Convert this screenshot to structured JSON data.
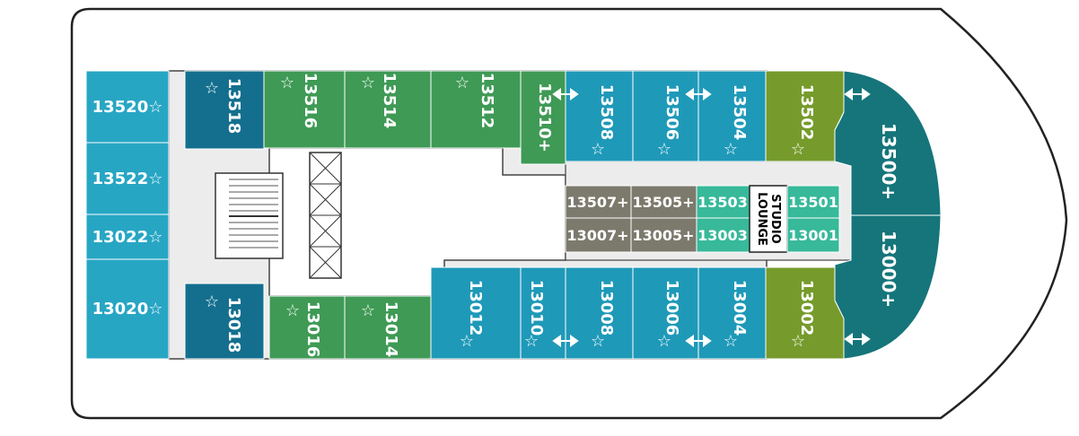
{
  "colors": {
    "teal": "#1f99b8",
    "teal_light": "#27a6c4",
    "blue_dark": "#146f8e",
    "green": "#3f9a55",
    "green_olive": "#769b2c",
    "gray": "#7c7a6c",
    "mint": "#37b99a",
    "pine": "#15757a",
    "hallway": "#ececec"
  },
  "icons": {
    "star": "star-icon",
    "connect": "double-arrow-icon"
  },
  "lounge": {
    "line1": "STUDIO",
    "line2": "LOUNGE"
  },
  "cabins": {
    "c13520": {
      "num": "13520",
      "star": "☆",
      "color": "teal_light"
    },
    "c13522": {
      "num": "13522",
      "star": "☆",
      "color": "teal_light"
    },
    "c13022": {
      "num": "13022",
      "star": "☆",
      "color": "teal_light"
    },
    "c13020": {
      "num": "13020",
      "star": "☆",
      "color": "teal_light"
    },
    "c13518": {
      "num": "13518",
      "star": "☆",
      "color": "blue_dark"
    },
    "c13018": {
      "num": "13018",
      "star": "☆",
      "color": "blue_dark"
    },
    "c13516": {
      "num": "13516",
      "star": "☆",
      "color": "green"
    },
    "c13514": {
      "num": "13514",
      "star": "☆",
      "color": "green"
    },
    "c13512": {
      "num": "13512",
      "star": "☆",
      "color": "green"
    },
    "c13510": {
      "num": "13510+",
      "star": "",
      "color": "green"
    },
    "c13016": {
      "num": "13016",
      "star": "☆",
      "color": "green"
    },
    "c13014": {
      "num": "13014",
      "star": "☆",
      "color": "green"
    },
    "c13508": {
      "num": "13508",
      "star": "☆",
      "color": "teal"
    },
    "c13506": {
      "num": "13506",
      "star": "☆",
      "color": "teal"
    },
    "c13504": {
      "num": "13504",
      "star": "☆",
      "color": "teal"
    },
    "c13012": {
      "num": "13012",
      "star": "☆",
      "color": "teal"
    },
    "c13010": {
      "num": "13010",
      "star": "☆",
      "color": "teal"
    },
    "c13008": {
      "num": "13008",
      "star": "☆",
      "color": "teal"
    },
    "c13006": {
      "num": "13006",
      "star": "☆",
      "color": "teal"
    },
    "c13004": {
      "num": "13004",
      "star": "☆",
      "color": "teal"
    },
    "c13502": {
      "num": "13502",
      "star": "☆",
      "color": "green_olive"
    },
    "c13002": {
      "num": "13002",
      "star": "☆",
      "color": "green_olive"
    },
    "c13500": {
      "num": "13500+",
      "star": "",
      "color": "pine"
    },
    "c13000": {
      "num": "13000+",
      "star": "",
      "color": "pine"
    },
    "c13507": {
      "num": "13507+",
      "star": "",
      "color": "gray"
    },
    "c13505": {
      "num": "13505+",
      "star": "",
      "color": "gray"
    },
    "c13007": {
      "num": "13007+",
      "star": "",
      "color": "gray"
    },
    "c13005": {
      "num": "13005+",
      "star": "",
      "color": "gray"
    },
    "c13503": {
      "num": "13503",
      "star": "",
      "color": "mint"
    },
    "c13003": {
      "num": "13003",
      "star": "",
      "color": "mint"
    },
    "c13501": {
      "num": "13501",
      "star": "",
      "color": "mint"
    },
    "c13001": {
      "num": "13001",
      "star": "",
      "color": "mint"
    }
  }
}
